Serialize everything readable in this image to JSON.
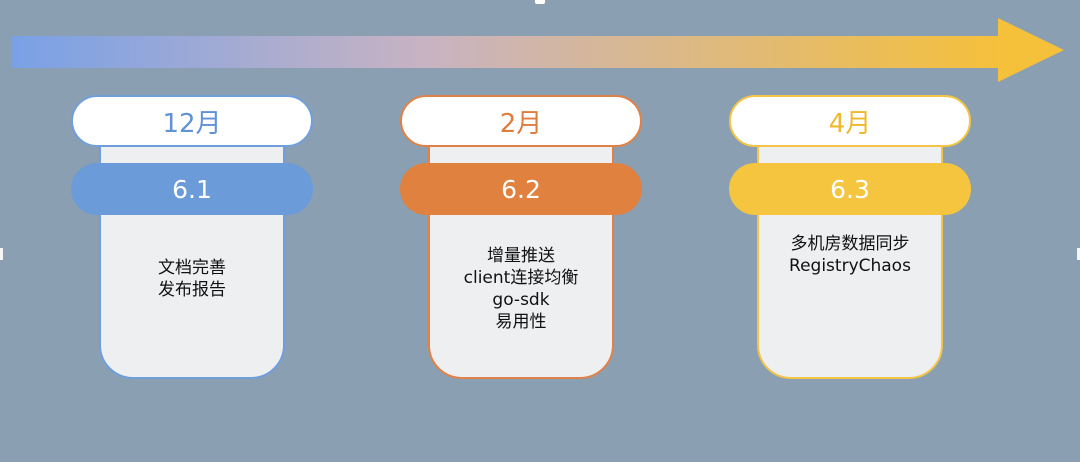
{
  "timeline": {
    "arrow": {
      "start_color": "#79a1e6",
      "mid_color": "#c8b3c2",
      "end_color": "#f5c03a"
    }
  },
  "milestones": [
    {
      "month": "12月",
      "version": "6.1",
      "items": [
        "文档完善",
        "发布报告"
      ],
      "accent": "#6b9bd8"
    },
    {
      "month": "2月",
      "version": "6.2",
      "items": [
        "增量推送",
        "client连接均衡",
        "go-sdk",
        "易用性"
      ],
      "accent": "#e0813f"
    },
    {
      "month": "4月",
      "version": "6.3",
      "items": [
        "多机房数据同步",
        "RegistryChaos"
      ],
      "accent": "#f5c53f"
    }
  ]
}
